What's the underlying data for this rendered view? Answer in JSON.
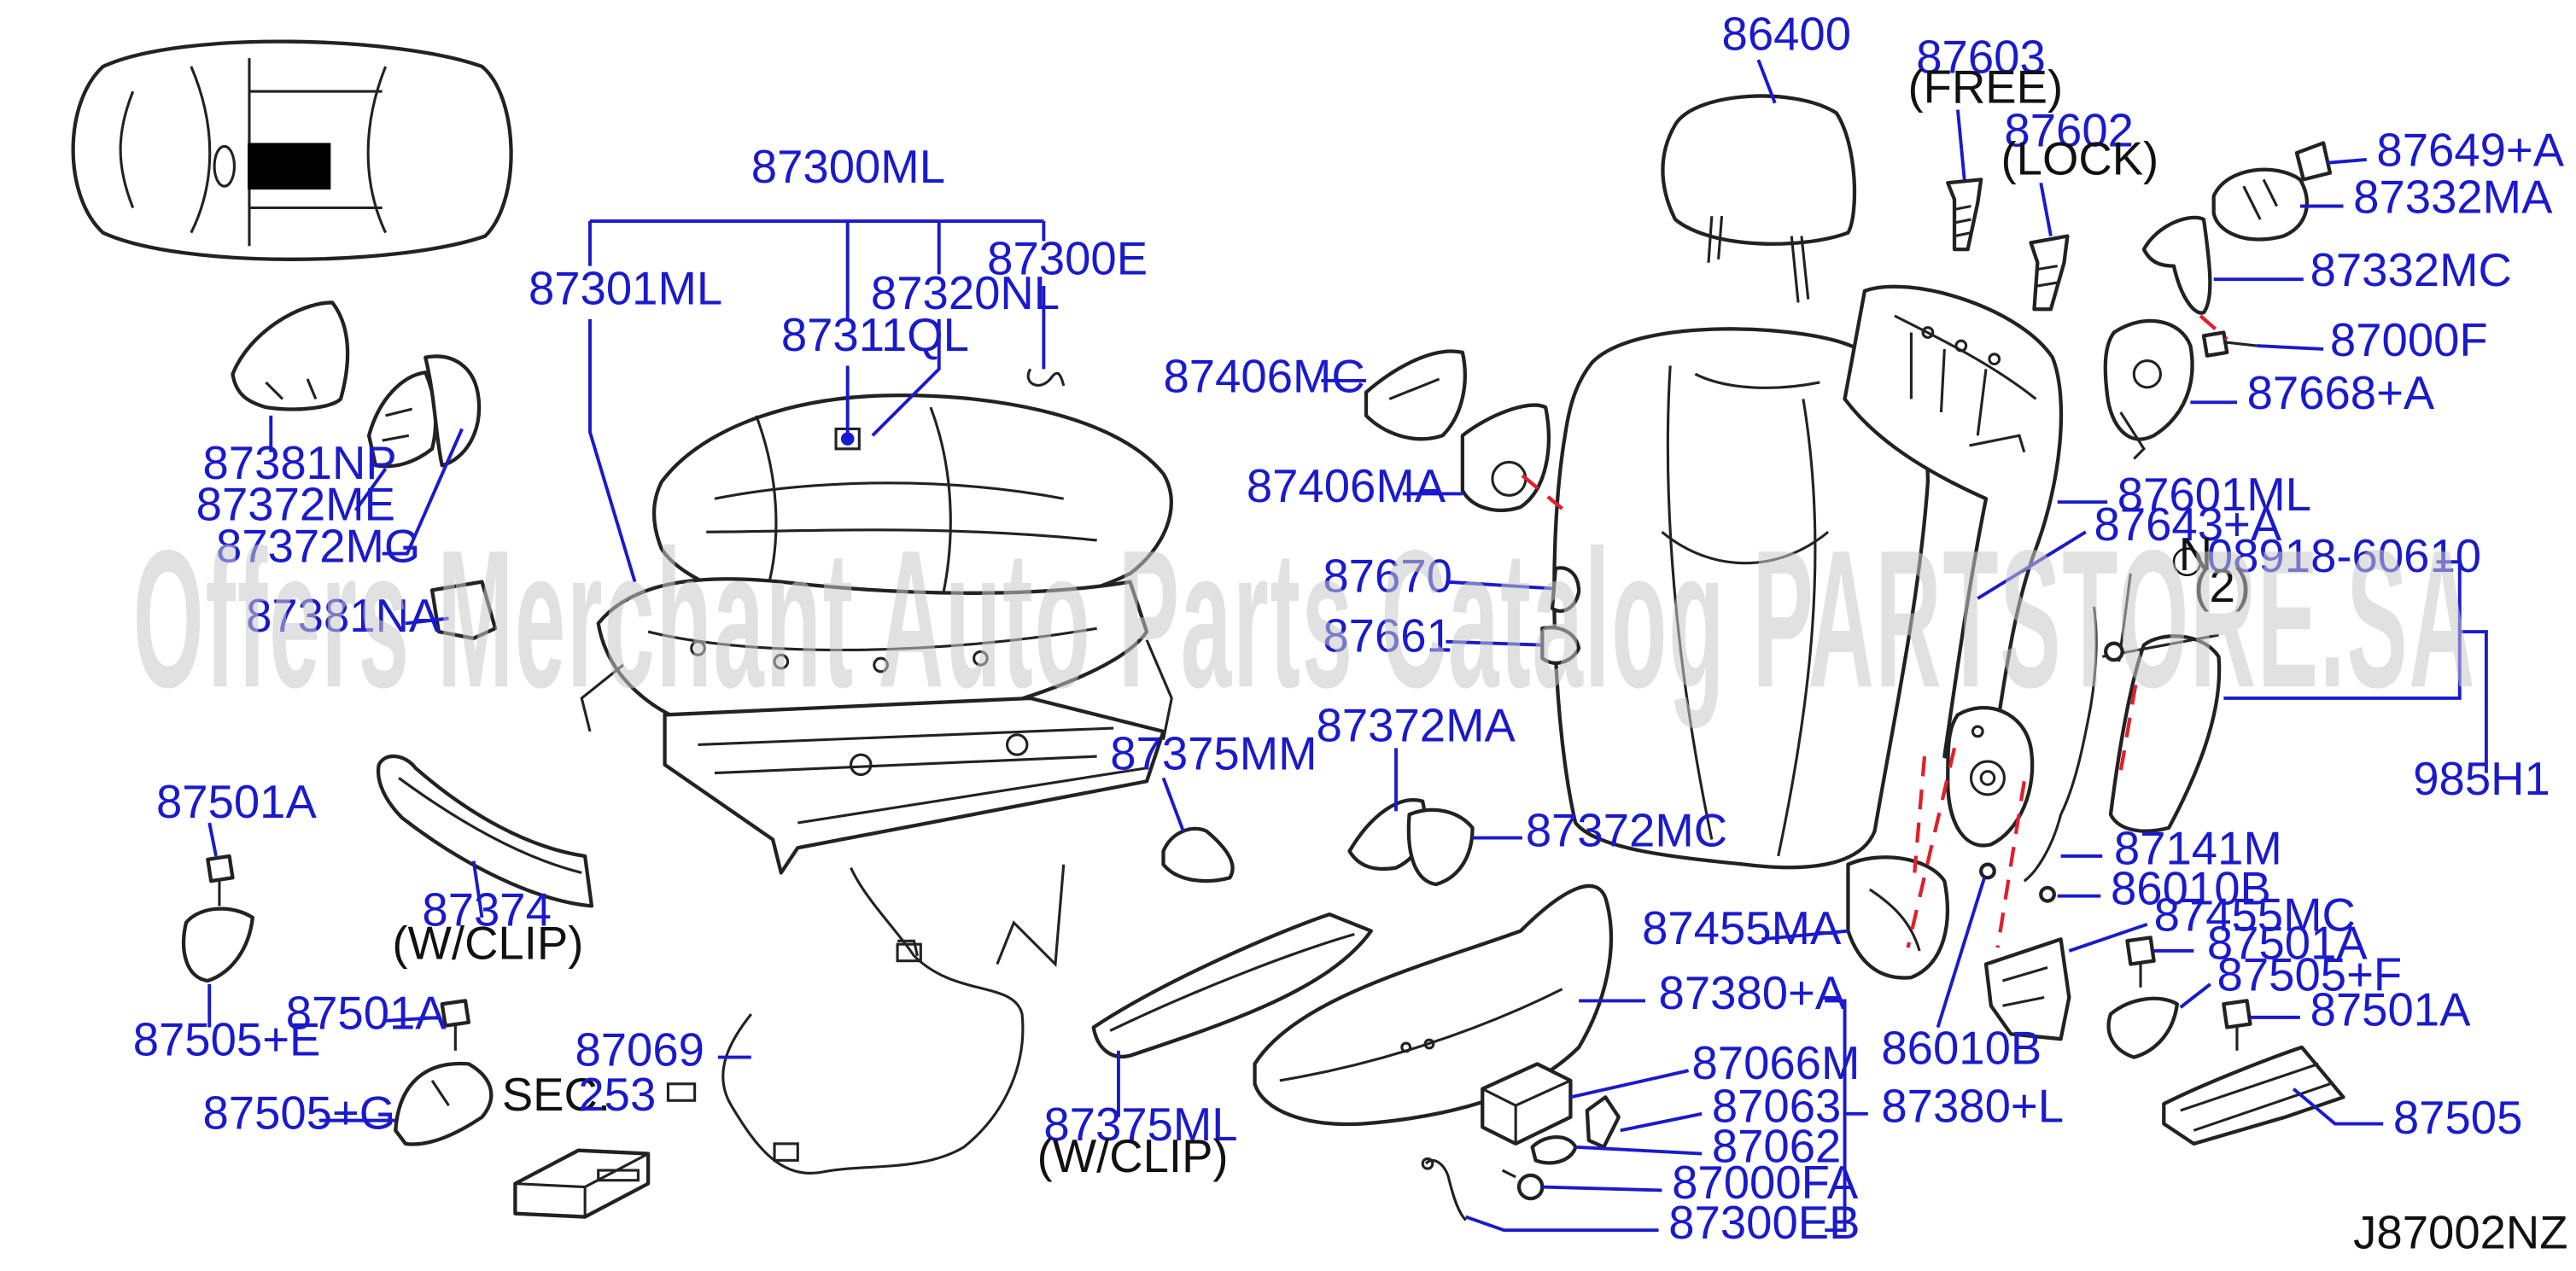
{
  "diagram": {
    "code": "J87002NZ",
    "watermark": "Offers Merchant Auto Parts Catalog PARTSTORE.SA",
    "labels": [
      {
        "id": "p86400",
        "text": "86400"
      },
      {
        "id": "p87603",
        "text": "87603"
      },
      {
        "id": "free",
        "text": "(FREE)"
      },
      {
        "id": "p87602",
        "text": "87602"
      },
      {
        "id": "lock",
        "text": "(LOCK)"
      },
      {
        "id": "p87649a",
        "text": "87649+A"
      },
      {
        "id": "p87332ma",
        "text": "87332MA"
      },
      {
        "id": "p87332mc",
        "text": "87332MC"
      },
      {
        "id": "p87000f",
        "text": "87000F"
      },
      {
        "id": "p87668a",
        "text": "87668+A"
      },
      {
        "id": "p87601ml",
        "text": "87601ML"
      },
      {
        "id": "p87643a",
        "text": "87643+A"
      },
      {
        "id": "p08918",
        "text": "08918-60610"
      },
      {
        "id": "qty2",
        "text": "(2)"
      },
      {
        "id": "p985h1",
        "text": "985H1"
      },
      {
        "id": "p87141m",
        "text": "87141M"
      },
      {
        "id": "p86010b_a",
        "text": "86010B"
      },
      {
        "id": "p87455mc",
        "text": "87455MC"
      },
      {
        "id": "p87501a_r1",
        "text": "87501A"
      },
      {
        "id": "p87505f",
        "text": "87505+F"
      },
      {
        "id": "p87501a_r2",
        "text": "87501A"
      },
      {
        "id": "p87505",
        "text": "87505"
      },
      {
        "id": "p86010b_b",
        "text": "86010B"
      },
      {
        "id": "p87455ma",
        "text": "87455MA"
      },
      {
        "id": "p87380a",
        "text": "87380+A"
      },
      {
        "id": "p87066m",
        "text": "87066M"
      },
      {
        "id": "p87063",
        "text": "87063"
      },
      {
        "id": "p87380l",
        "text": "87380+L"
      },
      {
        "id": "p87062",
        "text": "87062"
      },
      {
        "id": "p87000fa",
        "text": "87000FA"
      },
      {
        "id": "p87300eb",
        "text": "87300EB"
      },
      {
        "id": "p87300ml",
        "text": "87300ML"
      },
      {
        "id": "p87300e",
        "text": "87300E"
      },
      {
        "id": "p87301ml",
        "text": "87301ML"
      },
      {
        "id": "p87320nl",
        "text": "87320NL"
      },
      {
        "id": "p87311ql",
        "text": "87311QL"
      },
      {
        "id": "p87406mc",
        "text": "87406MC"
      },
      {
        "id": "p87406ma",
        "text": "87406MA"
      },
      {
        "id": "p87670",
        "text": "87670"
      },
      {
        "id": "p87661",
        "text": "87661"
      },
      {
        "id": "p87381np",
        "text": "87381NP"
      },
      {
        "id": "p87372me",
        "text": "87372ME"
      },
      {
        "id": "p87372mg",
        "text": "87372MG"
      },
      {
        "id": "p87381na",
        "text": "87381NA"
      },
      {
        "id": "p87372ma",
        "text": "87372MA"
      },
      {
        "id": "p87372mc",
        "text": "87372MC"
      },
      {
        "id": "p87375mm",
        "text": "87375MM"
      },
      {
        "id": "p87501a_l1",
        "text": "87501A"
      },
      {
        "id": "p87374",
        "text": "87374"
      },
      {
        "id": "wclip1",
        "text": "(W/CLIP)"
      },
      {
        "id": "p87505e",
        "text": "87505+E"
      },
      {
        "id": "p87501a_l2",
        "text": "87501A"
      },
      {
        "id": "p87069",
        "text": "87069"
      },
      {
        "id": "p87505g",
        "text": "87505+G"
      },
      {
        "id": "sec",
        "text": "SEC."
      },
      {
        "id": "sec253",
        "text": "253"
      },
      {
        "id": "p87375ml",
        "text": "87375ML"
      },
      {
        "id": "wclip2",
        "text": "(W/CLIP)"
      }
    ]
  }
}
